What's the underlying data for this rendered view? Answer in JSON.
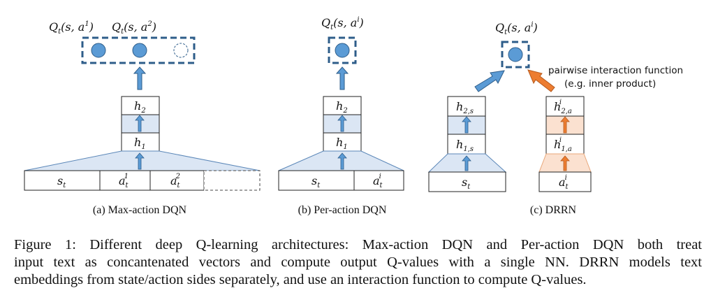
{
  "panels": {
    "a": {
      "caption": "(a)  Max-action DQN",
      "q_labels": [
        {
          "q": "Q",
          "t": "t",
          "args": "(s, a",
          "sup": "1",
          "close": ")"
        },
        {
          "q": "Q",
          "t": "t",
          "args": "(s, a",
          "sup": "2",
          "close": ")"
        }
      ],
      "h2": {
        "base": "h",
        "sub": "2"
      },
      "h1": {
        "base": "h",
        "sub": "1"
      },
      "inputs": [
        {
          "base": "s",
          "sub": "t",
          "sup": ""
        },
        {
          "base": "a",
          "sub": "t",
          "sup": "1"
        },
        {
          "base": "a",
          "sub": "t",
          "sup": "2"
        }
      ]
    },
    "b": {
      "caption": "(b)  Per-action DQN",
      "q_label": {
        "q": "Q",
        "t": "t",
        "args": "(s, a",
        "sup": "i",
        "close": ")"
      },
      "h2": {
        "base": "h",
        "sub": "2"
      },
      "h1": {
        "base": "h",
        "sub": "1"
      },
      "inputs": [
        {
          "base": "s",
          "sub": "t",
          "sup": ""
        },
        {
          "base": "a",
          "sub": "t",
          "sup": "i"
        }
      ]
    },
    "c": {
      "caption": "(c)  DRRN",
      "q_label": {
        "q": "Q",
        "t": "t",
        "args": "(s, a",
        "sup": "i",
        "close": ")"
      },
      "state_h2": {
        "base": "h",
        "sub": "2,s",
        "sup": ""
      },
      "state_h1": {
        "base": "h",
        "sub": "1,s",
        "sup": ""
      },
      "state_input": {
        "base": "s",
        "sub": "t",
        "sup": ""
      },
      "action_h2": {
        "base": "h",
        "sub": "2,a",
        "sup": "i"
      },
      "action_h1": {
        "base": "h",
        "sub": "1,a",
        "sup": "i"
      },
      "action_input": {
        "base": "a",
        "sub": "t",
        "sup": "i"
      },
      "annotation_line1": "pairwise interaction function",
      "annotation_line2": "(e.g. inner product)"
    }
  },
  "caption": {
    "line1": "Figure 1:  Different deep Q-learning architectures:  Max-action DQN and Per-action DQN both treat",
    "line2": "input text as concantenated vectors and compute output Q-values with a single NN. DRRN models text",
    "line3": "embeddings from state/action sides separately, and use an interaction function to compute Q-values."
  },
  "colors": {
    "blue_circle": "#5b9bd5",
    "dashed_border": "#2e5d8a",
    "light_blue_fill": "#dbe6f4",
    "orange_arrow": "#ed7d31",
    "light_orange_fill": "#fbe1d0"
  }
}
